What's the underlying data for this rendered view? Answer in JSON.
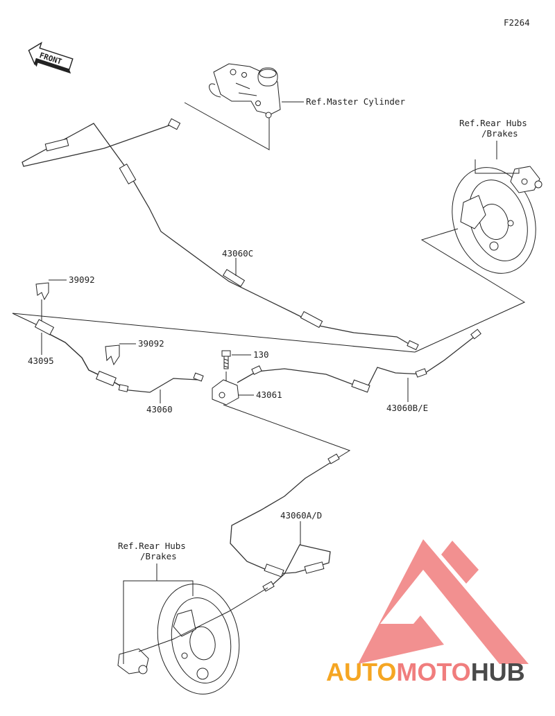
{
  "diagram": {
    "code": "F2264",
    "front_label": "FRONT",
    "ref_master_cylinder": "Ref.Master Cylinder",
    "ref_rear_hubs_top_1": "Ref.Rear Hubs",
    "ref_rear_hubs_top_2": "/Brakes",
    "ref_rear_hubs_bottom_1": "Ref.Rear Hubs",
    "ref_rear_hubs_bottom_2": "/Brakes",
    "parts": {
      "p43060c": "43060C",
      "p39092_top": "39092",
      "p39092_mid": "39092",
      "p43095": "43095",
      "p43060": "43060",
      "p130": "130",
      "p43061": "43061",
      "p43060be": "43060B/E",
      "p43060ad": "43060A/D"
    }
  },
  "watermark": {
    "part1": "AUTO",
    "part2": "MOTO",
    "part3": "HUB",
    "colors": {
      "auto": "#f5a623",
      "moto": "#f07d7d",
      "hub": "#4a4a4a"
    }
  }
}
